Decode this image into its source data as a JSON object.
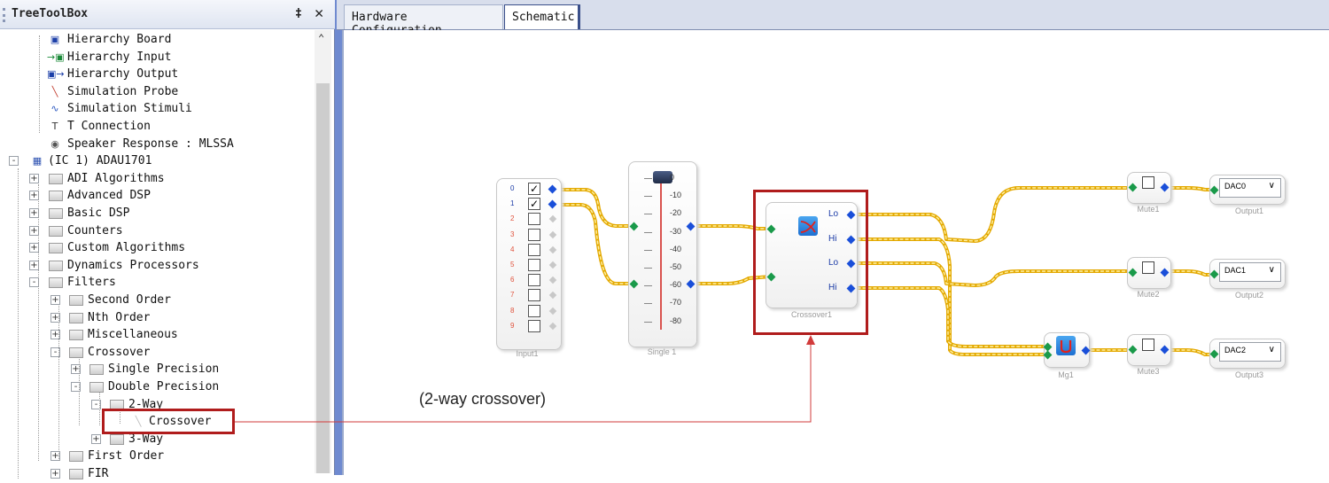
{
  "toolbox": {
    "title": "TreeToolBox",
    "pin": "‡",
    "close": "✕",
    "items": [
      {
        "label": "Hierarchy Board",
        "icon": "hierarchy-board-icon"
      },
      {
        "label": "Hierarchy Input",
        "icon": "hierarchy-input-icon"
      },
      {
        "label": "Hierarchy Output",
        "icon": "hierarchy-output-icon"
      },
      {
        "label": "Simulation Probe",
        "icon": "simulation-probe-icon"
      },
      {
        "label": "Simulation Stimuli",
        "icon": "simulation-stimuli-icon"
      },
      {
        "label": "T Connection",
        "icon": "t-connection-icon"
      },
      {
        "label": "Speaker Response : MLSSA",
        "icon": "speaker-icon"
      },
      {
        "label": "(IC 1) ADAU1701",
        "icon": "chip-icon"
      },
      {
        "label": "ADI Algorithms"
      },
      {
        "label": "Advanced DSP"
      },
      {
        "label": "Basic DSP"
      },
      {
        "label": "Counters"
      },
      {
        "label": "Custom Algorithms"
      },
      {
        "label": "Dynamics Processors"
      },
      {
        "label": "Filters"
      },
      {
        "label": "Second Order"
      },
      {
        "label": "Nth Order"
      },
      {
        "label": "Miscellaneous"
      },
      {
        "label": "Crossover"
      },
      {
        "label": "Single Precision"
      },
      {
        "label": "Double Precision"
      },
      {
        "label": "2-Way"
      },
      {
        "label": "Crossover"
      },
      {
        "label": "3-Way"
      },
      {
        "label": "First Order"
      },
      {
        "label": "FIR"
      }
    ]
  },
  "tabs": [
    {
      "label": "Hardware Configuration"
    },
    {
      "label": "Schematic",
      "active": true
    }
  ],
  "schematic": {
    "input": {
      "name": "Input1",
      "channels": [
        "0",
        "1",
        "2",
        "3",
        "4",
        "5",
        "6",
        "7",
        "8",
        "9"
      ],
      "checked": [
        true,
        true,
        false,
        false,
        false,
        false,
        false,
        false,
        false,
        false
      ]
    },
    "volume": {
      "name": "Single 1",
      "ticks": [
        "0",
        "-10",
        "-20",
        "-30",
        "-40",
        "-50",
        "-60",
        "-70",
        "-80"
      ]
    },
    "crossover": {
      "name": "Crossover1",
      "ports": [
        "Lo",
        "Hi",
        "Lo",
        "Hi"
      ]
    },
    "merge": {
      "name": "Mg1"
    },
    "mutes": [
      "Mute1",
      "Mute2",
      "Mute3"
    ],
    "outputs": [
      {
        "name": "Output1",
        "value": "DAC0"
      },
      {
        "name": "Output2",
        "value": "DAC1"
      },
      {
        "name": "Output3",
        "value": "DAC2"
      }
    ],
    "annotation": "(2-way crossover)"
  },
  "colors": {
    "wire": "#f5b800",
    "highlight": "#b01c1c",
    "connector": "#d23b3b"
  }
}
